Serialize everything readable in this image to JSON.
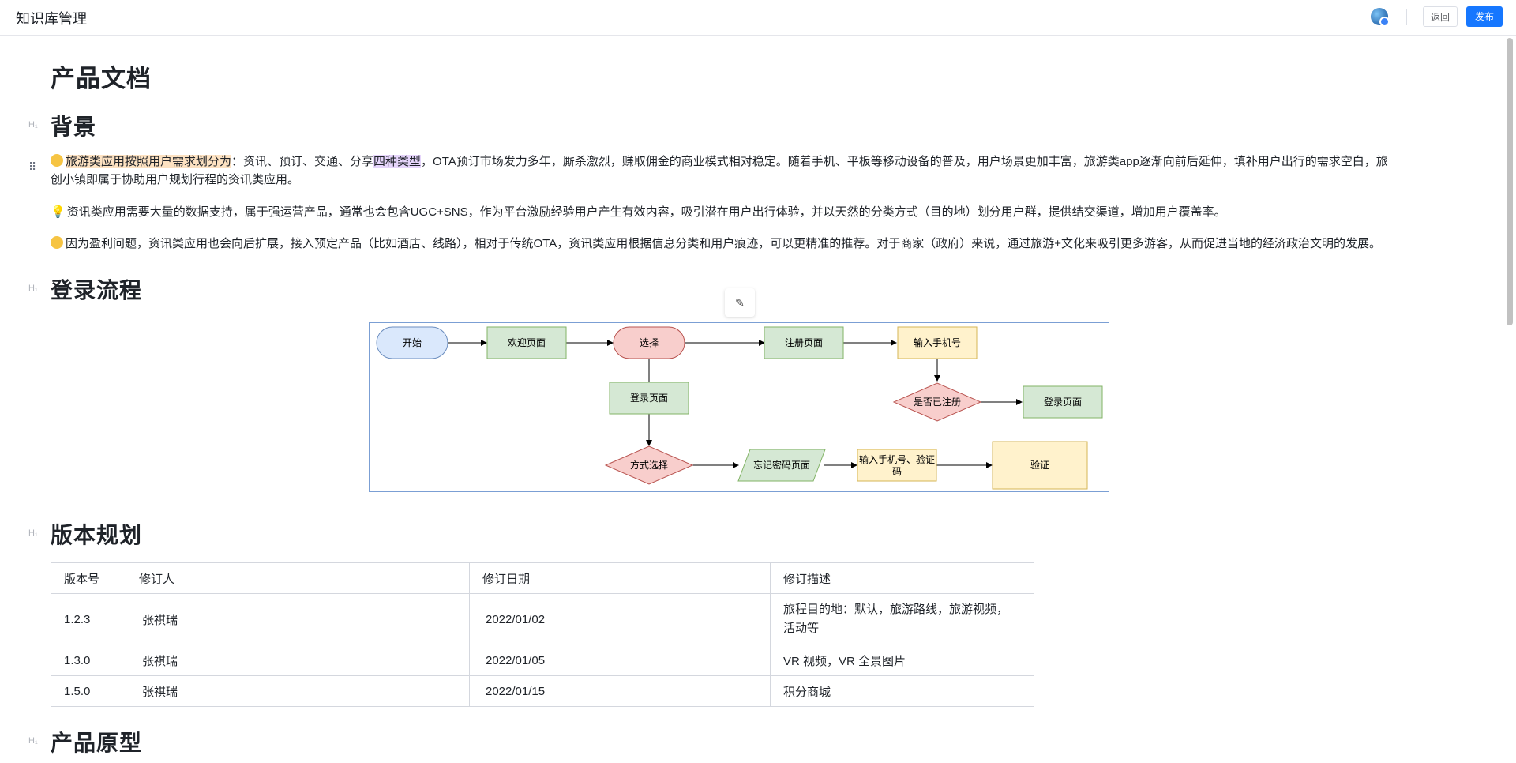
{
  "header": {
    "title": "知识库管理",
    "back_label": "返回",
    "publish_label": "发布",
    "accent_color": "#1677ff"
  },
  "doc": {
    "title": "产品文档",
    "heading_marker": "H₁",
    "sections": {
      "background": "背景",
      "login_flow": "登录流程",
      "version_plan": "版本规划",
      "prototype": "产品原型"
    },
    "paragraphs": {
      "p1_highlight": "旅游类应用按照用户需求划分为",
      "p1_a": "：资讯、预订、交通、分享",
      "p1_highlight2": "四种类型",
      "p1_b": "，OTA预订市场发力多年，厮杀激烈，赚取佣金的商业模式相对稳定。随着手机、平板等移动设备的普及，用户场景更加丰富，旅游类app逐渐向前后延伸，填补用户出行的需求空白，旅",
      "p1_c": "创小镇即属于协助用户规划行程的资讯类应用。",
      "p2": "资讯类应用需要大量的数据支持，属于强运营产品，通常也会包含UGC+SNS，作为平台激励经验用户产生有效内容，吸引潜在用户出行体验，并以天然的分类方式（目的地）划分用户群，提供结交渠道，增加用户覆盖率。",
      "p3": "因为盈利问题，资讯类应用也会向后扩展，接入预定产品（比如酒店、线路），相对于传统OTA，资讯类应用根据信息分类和用户痕迹，可以更精准的推荐。对于商家（政府）来说，通过旅游+文化来吸引更多游客，从而促进当地的经济政治文明的发展。"
    },
    "flowchart": {
      "nodes": {
        "start": "开始",
        "welcome": "欢迎页面",
        "choose": "选择",
        "register": "注册页面",
        "input_phone": "输入手机号",
        "login_page": "登录页面",
        "is_registered": "是否已注册",
        "login_page2": "登录页面",
        "method": "方式选择",
        "forgot": "忘记密码页面",
        "phone_code_1": "输入手机号、验证",
        "phone_code_2": "码",
        "verify": "验证"
      }
    },
    "version_table": {
      "headers": [
        "版本号",
        "修订人",
        "修订日期",
        "修订描述"
      ],
      "rows": [
        {
          "version": "1.2.3",
          "author": "张祺瑞",
          "date": "2022/01/02",
          "desc_line1": "旅程目的地：默认，旅游路线，旅游视频，",
          "desc_line2": "活动等"
        },
        {
          "version": "1.3.0",
          "author": "张祺瑞",
          "date": "2022/01/05",
          "desc_line1": "VR 视频，VR 全景图片",
          "desc_line2": ""
        },
        {
          "version": "1.5.0",
          "author": "张祺瑞",
          "date": "2022/01/15",
          "desc_line1": "积分商城",
          "desc_line2": ""
        }
      ]
    }
  },
  "icons": {
    "avatar": "user-avatar-icon",
    "edit": "pencil-icon",
    "drag": "drag-handle-icon"
  }
}
